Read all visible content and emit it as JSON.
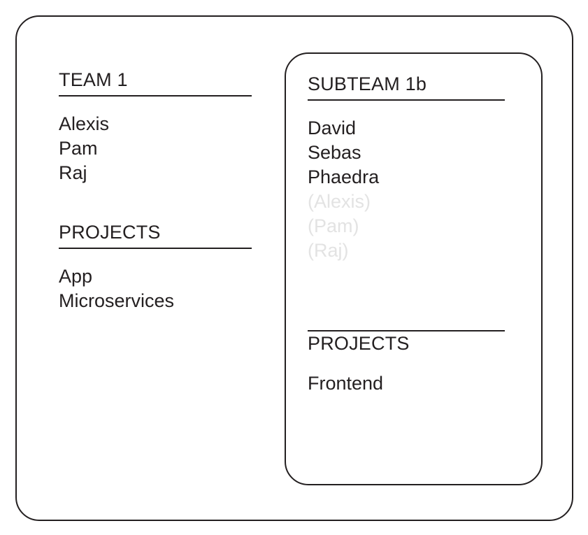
{
  "diagram": {
    "type": "nested-group-membership",
    "team": {
      "members_section": {
        "title": "TEAM 1",
        "items": [
          {
            "label": "Alexis",
            "inherited": false
          },
          {
            "label": "Pam",
            "inherited": false
          },
          {
            "label": "Raj",
            "inherited": false
          }
        ]
      },
      "projects_section": {
        "title": "PROJECTS",
        "items": [
          {
            "label": "App",
            "inherited": false
          },
          {
            "label": "Microservices",
            "inherited": false
          }
        ]
      }
    },
    "subteam": {
      "members_section": {
        "title": "SUBTEAM 1b",
        "items": [
          {
            "label": "David",
            "inherited": false
          },
          {
            "label": "Sebas",
            "inherited": false
          },
          {
            "label": "Phaedra",
            "inherited": false
          },
          {
            "label": "(Alexis)",
            "inherited": true
          },
          {
            "label": "(Pam)",
            "inherited": true
          },
          {
            "label": "(Raj)",
            "inherited": true
          }
        ]
      },
      "projects_section": {
        "title": "PROJECTS",
        "items": [
          {
            "label": "Frontend",
            "inherited": false
          }
        ]
      }
    }
  },
  "colors": {
    "stroke": "#231f20",
    "text": "#231f20",
    "muted_text": "#e3e3e3",
    "background": "#ffffff"
  }
}
